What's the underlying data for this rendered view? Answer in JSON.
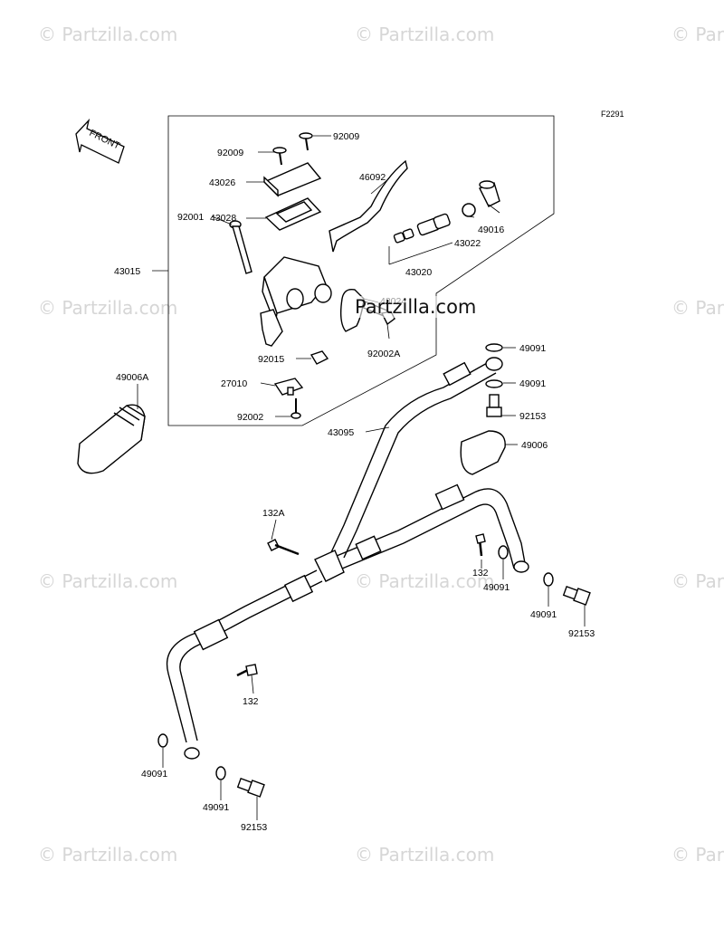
{
  "diagram": {
    "code": "F2291",
    "front_label": "FRONT",
    "watermark_text": "© Partzilla.com",
    "center_watermark": "Partzilla.com",
    "parts": {
      "p92009a": "92009",
      "p92009b": "92009",
      "p43026": "43026",
      "p46092": "46092",
      "p43028": "43028",
      "p92001": "92001",
      "p49016": "49016",
      "p43022": "43022",
      "p43015": "43015",
      "p43020": "43020",
      "p43024": "43024",
      "p92015": "92015",
      "p92002A": "92002A",
      "p49006A": "49006A",
      "p27010": "27010",
      "p92002": "92002",
      "p49091a": "49091",
      "p49091b": "49091",
      "p92153a": "92153",
      "p43095": "43095",
      "p49006": "49006",
      "p132A": "132A",
      "p132a": "132",
      "p49091c": "49091",
      "p49091d": "49091",
      "p92153b": "92153",
      "p132b": "132",
      "p49091e": "49091",
      "p49091f": "49091",
      "p92153c": "92153"
    }
  }
}
